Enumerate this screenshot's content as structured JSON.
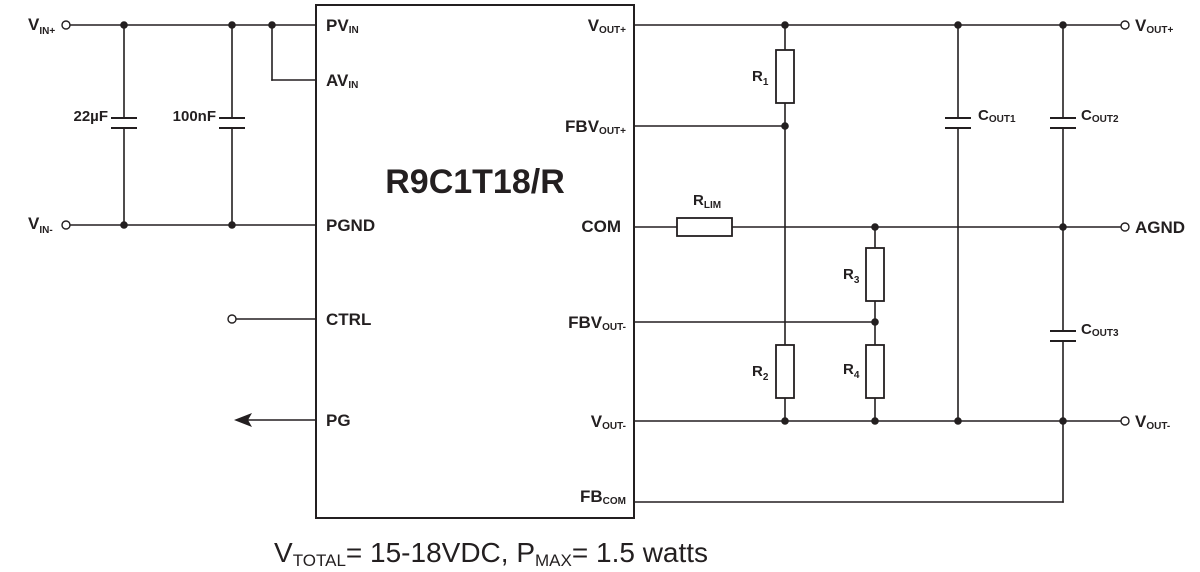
{
  "chip": {
    "name": "R9C1T18/R"
  },
  "left_pins": {
    "pvin": {
      "main": "PV",
      "sub": "IN"
    },
    "avin": {
      "main": "AV",
      "sub": "IN"
    },
    "pgnd": {
      "main": "PGND"
    },
    "ctrl": {
      "main": "CTRL"
    },
    "pg": {
      "main": "PG"
    }
  },
  "right_pins": {
    "vout_plus": {
      "main": "V",
      "sub": "OUT+"
    },
    "fbvout_plus": {
      "main": "FBV",
      "sub": "OUT+"
    },
    "com": {
      "main": "COM"
    },
    "fbvout_minus": {
      "main": "FBV",
      "sub": "OUT-"
    },
    "vout_minus": {
      "main": "V",
      "sub": "OUT-"
    },
    "fbcom": {
      "main": "FB",
      "sub": "COM"
    }
  },
  "terminals": {
    "vin_plus": {
      "main": "V",
      "sub": "IN+"
    },
    "vin_minus": {
      "main": "V",
      "sub": "IN-"
    },
    "vout_plus": {
      "main": "V",
      "sub": "OUT+"
    },
    "agnd": {
      "main": "AGND"
    },
    "vout_minus": {
      "main": "V",
      "sub": "OUT-"
    }
  },
  "components": {
    "c_in1": "22µF",
    "c_in2": "100nF",
    "r1": {
      "main": "R",
      "sub": "1"
    },
    "r2": {
      "main": "R",
      "sub": "2"
    },
    "r3": {
      "main": "R",
      "sub": "3"
    },
    "r4": {
      "main": "R",
      "sub": "4"
    },
    "rlim": {
      "main": "R",
      "sub": "LIM"
    },
    "cout1": {
      "main": "C",
      "sub": "OUT1"
    },
    "cout2": {
      "main": "C",
      "sub": "OUT2"
    },
    "cout3": {
      "main": "C",
      "sub": "OUT3"
    }
  },
  "footnote": {
    "v_main": "V",
    "v_sub": "TOTAL",
    "v_value": "= 15-18VDC, P",
    "p_sub": "MAX",
    "p_value": "= 1.5 watts"
  }
}
